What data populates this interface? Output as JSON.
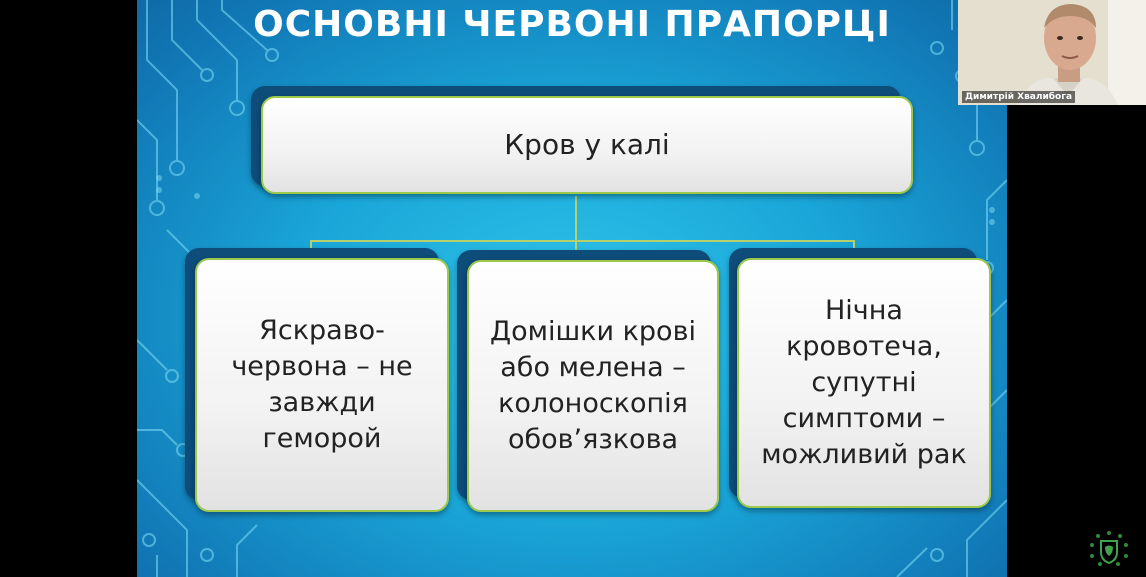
{
  "slide": {
    "title": "ОСНОВНІ ЧЕРВОНІ ПРАПОРЦІ",
    "top_box": "Кров у калі",
    "children": [
      "Яскраво-\nчервона – не\nзавжди\nгеморой",
      "Домішки крові\nабо мелена –\nколоноскопія\nобов’язкова",
      "Нічна\nкровотеча,\nсупутні\nсимптоми –\nможливий рак"
    ]
  },
  "webcam": {
    "participant_name": "Димитрій Хвалибога"
  },
  "colors": {
    "slide_background": "#1aa6d8",
    "box_border": "#9cc94a",
    "box_shadow_back": "#0e4c7a",
    "connector": "#b7cf6d"
  },
  "icons": {
    "logo": "shield-logo-icon"
  }
}
